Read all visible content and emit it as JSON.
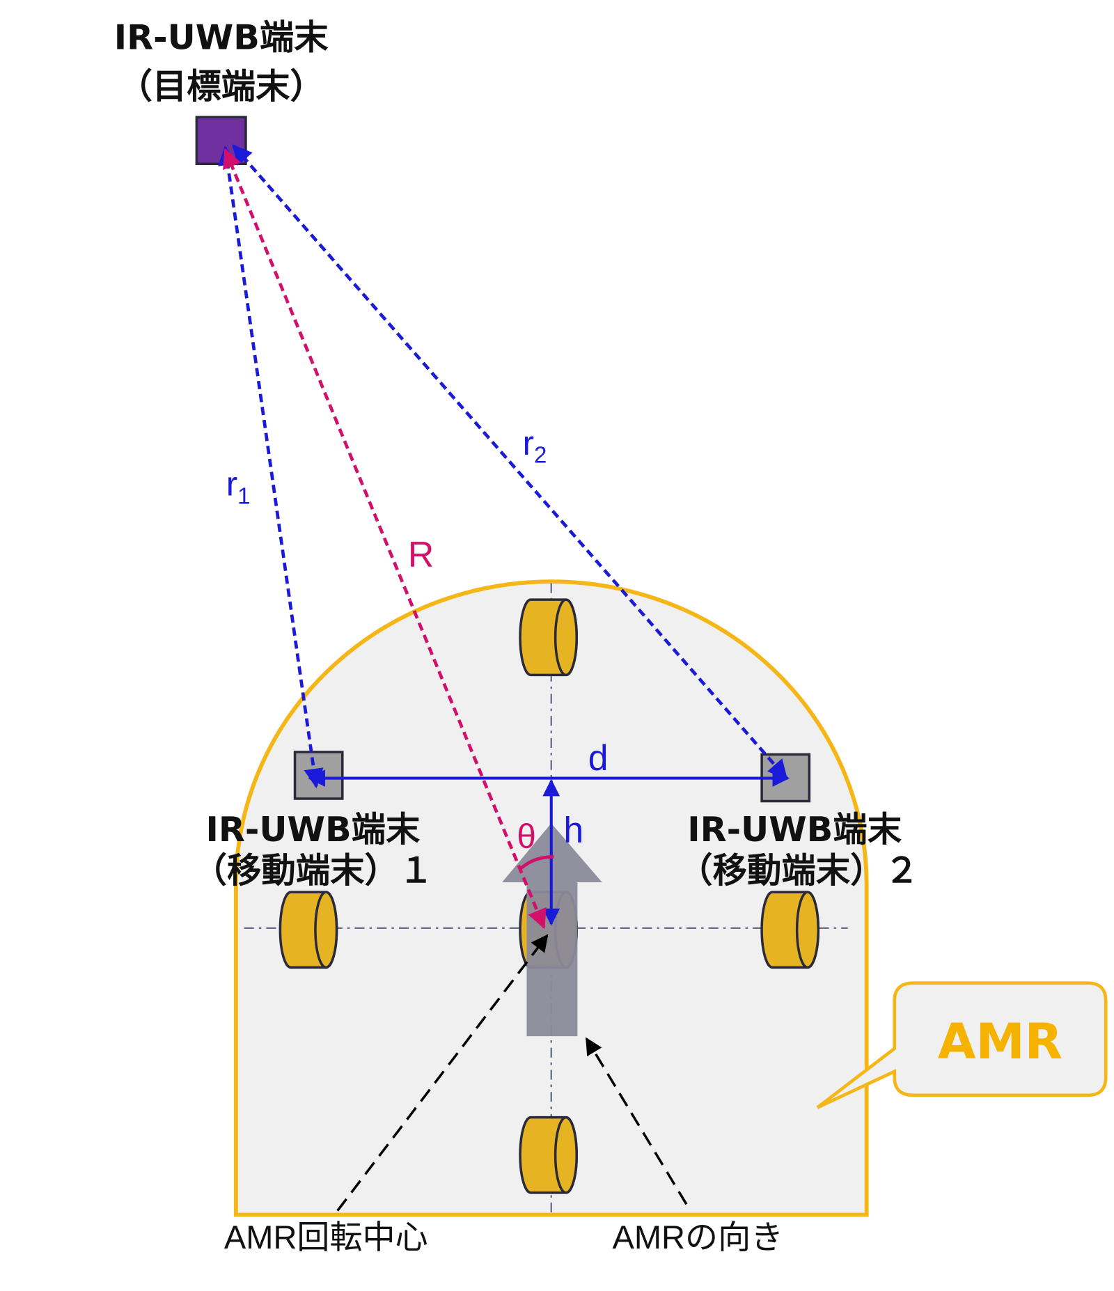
{
  "target": {
    "title": "IR-UWB端末",
    "subtitle": "（目標端末）"
  },
  "mobile1": {
    "title": "IR-UWB端末",
    "subtitle": "（移動端末）１"
  },
  "mobile2": {
    "title": "IR-UWB端末",
    "subtitle": "（移動端末）２"
  },
  "labels": {
    "r1": "r",
    "r1_sub": "1",
    "r2": "r",
    "r2_sub": "2",
    "R": "R",
    "d": "d",
    "h": "h",
    "theta": "θ"
  },
  "callout": {
    "text": "AMR"
  },
  "annotations": {
    "rotation_center": "AMR回転中心",
    "direction": "AMRの向き"
  },
  "colors": {
    "blue": "#1a1ad8",
    "magenta": "#d0106a",
    "amr_outline": "#f5b718",
    "amr_text": "#f5b300",
    "target": "#7030a0",
    "wheel": "#e6b422"
  }
}
